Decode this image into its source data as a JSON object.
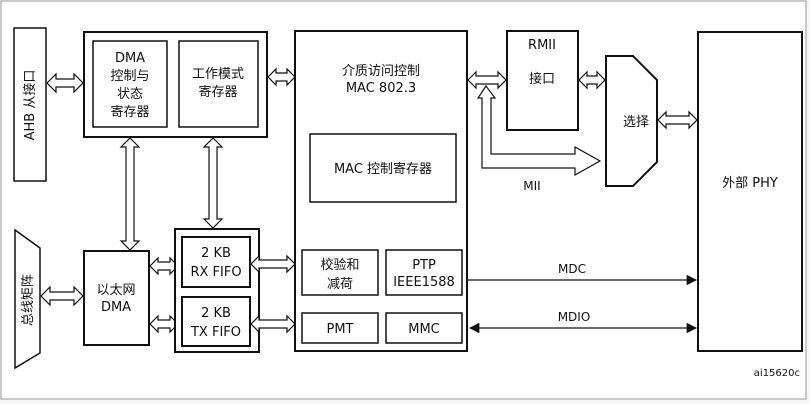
{
  "blocks": {
    "ahb_slave": "AHB 从接口",
    "dma_ctrl_line1": "DMA",
    "dma_ctrl_line2": "控制与",
    "dma_ctrl_line3": "状态",
    "dma_ctrl_line4": "寄存器",
    "op_mode_line1": "工作模式",
    "op_mode_line2": "寄存器",
    "mac_line1": "介质访问控制",
    "mac_line2": "MAC 802.3",
    "mac_ctrl_reg": "MAC 控制寄存器",
    "checksum_line1": "校验和",
    "checksum_line2": "减荷",
    "ptp_line1": "PTP",
    "ptp_line2": "IEEE1588",
    "pmt": "PMT",
    "mmc": "MMC",
    "rmii_line1": "RMII",
    "rmii_line2": "接口",
    "select": "选择",
    "phy": "外部 PHY",
    "bus_matrix": "总线矩阵",
    "eth_dma_line1": "以太网",
    "eth_dma_line2": "DMA",
    "rx_fifo_line1": "2 KB",
    "rx_fifo_line2": "RX FIFO",
    "tx_fifo_line1": "2 KB",
    "tx_fifo_line2": "TX FIFO"
  },
  "signals": {
    "mii": "MII",
    "mdc": "MDC",
    "mdio": "MDIO"
  },
  "figure_id": "ai15620c"
}
